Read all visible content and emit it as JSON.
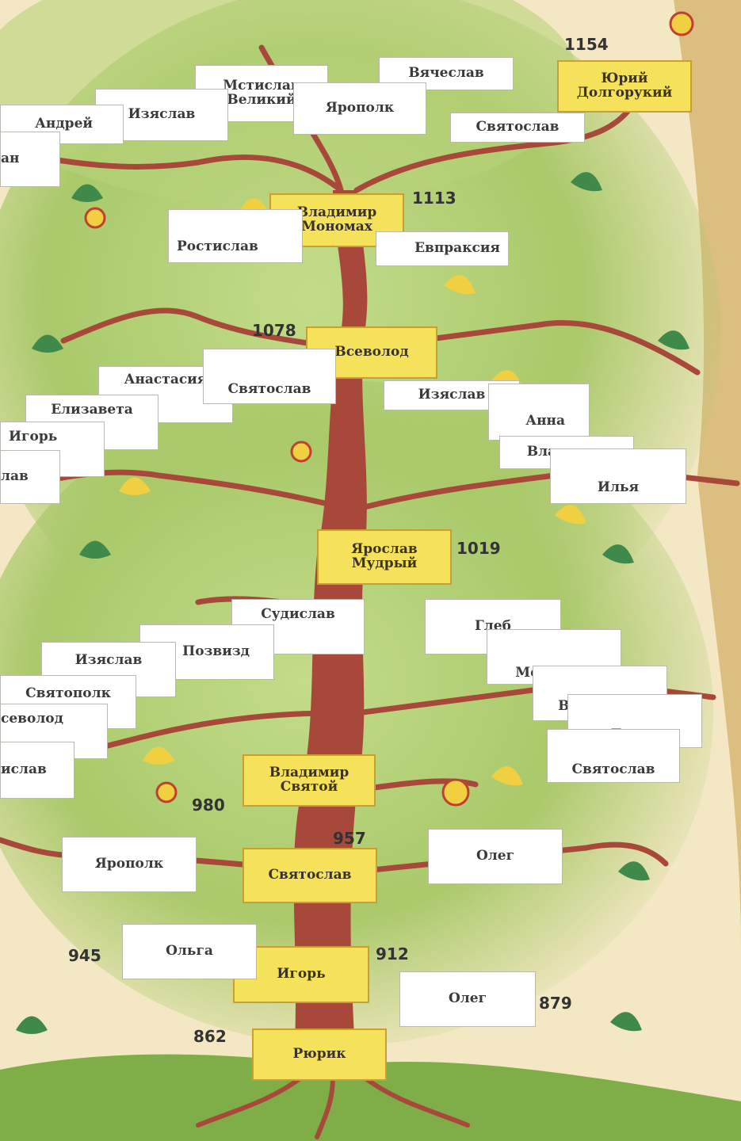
{
  "tree": {
    "gold": {
      "yuri": "Юрий\nДолгорукий",
      "monomakh": "Владимир\nМономах",
      "vsevolod": "Всеволод",
      "yaroslav": "Ярослав\nМудрый",
      "vladimir_svyatoy": "Владимир\nСвятой",
      "svyatoslav": "Святослав",
      "igor": "Игорь",
      "rurik": "Рюрик"
    },
    "white": {
      "vyacheslav": "Вячеслав",
      "mstislav_velikiy": "Мстислав\nВеликий",
      "izyaslav_top": "Изяслав",
      "andrey": "Андрей",
      "an_cut": "ан",
      "yaropolk_top": "Ярополк",
      "svyatoslav_top": "Святослав",
      "rostislav": "Ростислав",
      "evpraksiya": "Евпраксия",
      "anastasiya": "Анастасия",
      "svyatoslav_mid": "Святослав",
      "izyaslav_mid": "Изяслав",
      "elizaveta": "Елизавета",
      "anna": "Анна",
      "igor_mid": "Игорь",
      "vladimir_mid": "Владимир",
      "lav_cut": "лав",
      "ilya": "Илья",
      "sudislav": "Судислав",
      "gleb": "Глеб",
      "pozvizd": "Позвизд",
      "izyaslav_low": "Изяслав",
      "mstislav_low": "Мстислав",
      "svyatopolk": "Святополк",
      "vysheslav": "Вышеслав",
      "vsevolod_cut": "севолод",
      "boris": "Борис",
      "islav_cut": "ислав",
      "svyatoslav_low": "Святослав",
      "yaropolk_low": "Ярополк",
      "oleg_mid": "Олег",
      "olga": "Ольга",
      "oleg_low": "Олег"
    },
    "years": {
      "y1154": "1154",
      "y1113": "1113",
      "y1078": "1078",
      "y1019": "1019",
      "y980": "980",
      "y957": "957",
      "y945": "945",
      "y912": "912",
      "y879": "879",
      "y862": "862"
    }
  },
  "colors": {
    "trunk": "#a8483a",
    "foliage": "#a9c96a",
    "parchment": "#f4e8c4",
    "gold_box": "#f6e25a",
    "ground": "#7fae48"
  }
}
